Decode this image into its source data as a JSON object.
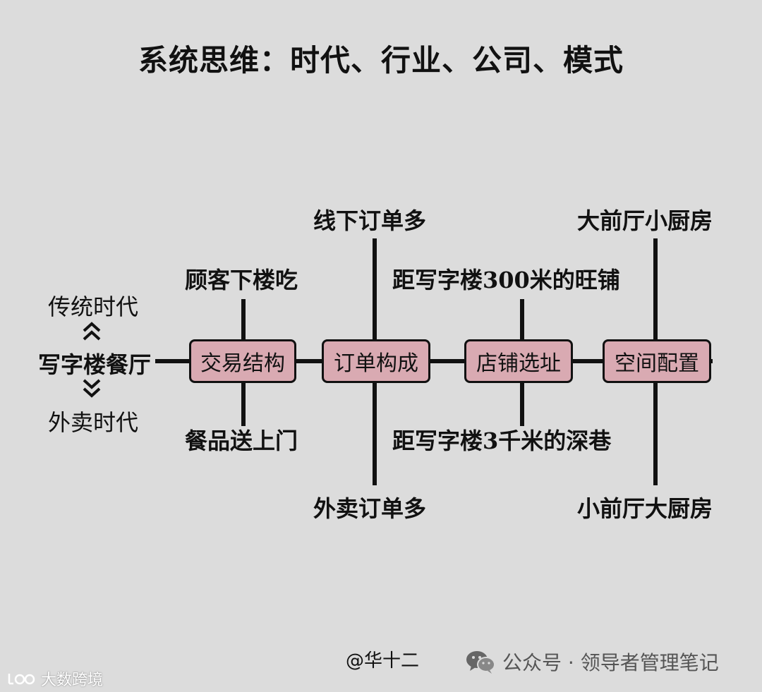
{
  "title": "系统思维：时代、行业、公司、模式",
  "eras": {
    "top": "传统时代",
    "middle": "写字楼餐厅",
    "bottom": "外卖时代"
  },
  "nodes": [
    {
      "label": "交易结构",
      "top": "顾客下楼吃",
      "bottom": "餐品送上门"
    },
    {
      "label": "订单构成",
      "top": "线下订单多",
      "bottom": "外卖订单多"
    },
    {
      "label": "店铺选址",
      "top": "距写字楼300米的旺铺",
      "bottom": "距写字楼3千米的深巷"
    },
    {
      "label": "空间配置",
      "top": "大前厅小厨房",
      "bottom": "小前厅大厨房"
    }
  ],
  "credit": "@华十二",
  "wechat": {
    "icon": "wechat-icon",
    "text": "公众号 · 领导者管理笔记"
  },
  "watermark": {
    "icon": "logo-icon",
    "text": "大数跨境"
  },
  "colors": {
    "background": "#dcdcdc",
    "node_fill": "#d9aab2",
    "line": "#111111"
  }
}
